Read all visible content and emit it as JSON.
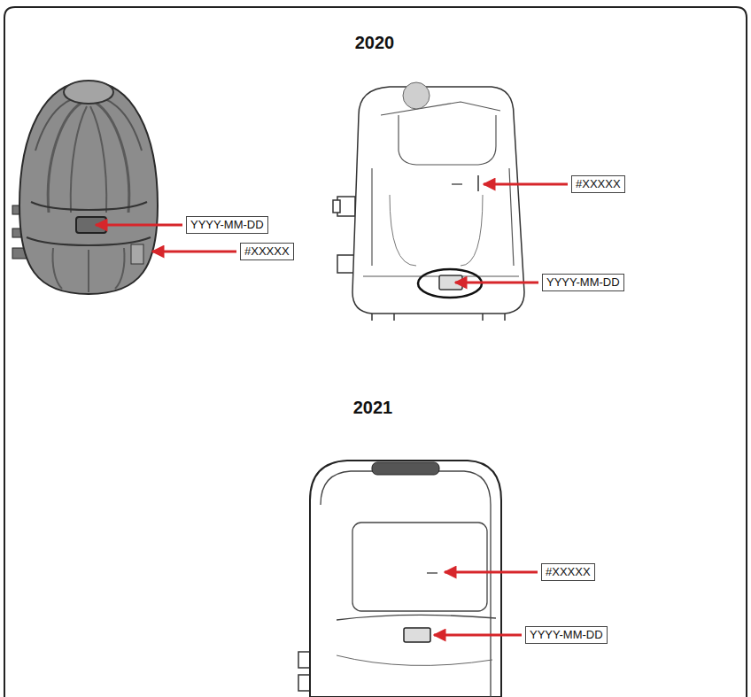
{
  "diagram": {
    "nodes": [
      {
        "text": [
          "YYYY-MM-DD"
        ]
      },
      {
        "text": [
          "#XXXXX"
        ]
      },
      {
        "text": [
          "#XXXXX"
        ]
      },
      {
        "text": [
          "YYYY-MM-DD"
        ]
      },
      {
        "text": [
          "#XXXXX"
        ]
      },
      {
        "text": [
          "YYYY-MM-DD"
        ]
      }
    ],
    "labels": [
      "2020",
      "2021"
    ]
  }
}
